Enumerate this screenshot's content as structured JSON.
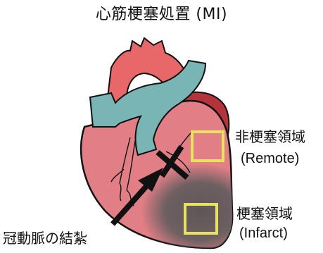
{
  "title": "心筋梗塞処置 (MI)",
  "labels": {
    "remote_jp": "非梗塞領域",
    "remote_en": "(Remote)",
    "infarct_jp": "梗塞領域",
    "infarct_en": "(Infarct)",
    "ligation": "冠動脈の結紮"
  },
  "colors": {
    "artery_red": "#e8686a",
    "aorta_teal": "#7ab5b6",
    "heart_pink": "#e27f86",
    "heart_dark": "#b5333b",
    "infarct_gray": "#6b5e60",
    "region_box": "#e6e35a",
    "outline": "#111111"
  }
}
